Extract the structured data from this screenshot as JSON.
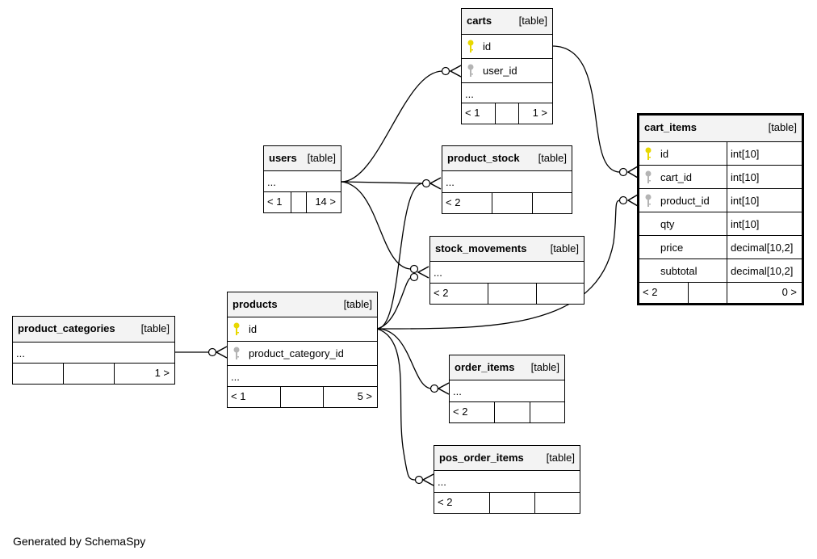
{
  "footer": "Generated by SchemaSpy",
  "tables": {
    "carts": {
      "name": "carts",
      "type": "[table]",
      "columns": [
        "id",
        "user_id"
      ],
      "ellipsis": "...",
      "left": "< 1",
      "right": "1 >"
    },
    "cart_items": {
      "name": "cart_items",
      "type": "[table]",
      "columns": [
        {
          "name": "id",
          "type": "int[10]"
        },
        {
          "name": "cart_id",
          "type": "int[10]"
        },
        {
          "name": "product_id",
          "type": "int[10]"
        },
        {
          "name": "qty",
          "type": "int[10]"
        },
        {
          "name": "price",
          "type": "decimal[10,2]"
        },
        {
          "name": "subtotal",
          "type": "decimal[10,2]"
        }
      ],
      "left": "< 2",
      "right": "0 >"
    },
    "users": {
      "name": "users",
      "type": "[table]",
      "ellipsis": "...",
      "left": "< 1",
      "right": "14 >"
    },
    "product_stock": {
      "name": "product_stock",
      "type": "[table]",
      "ellipsis": "...",
      "left": "< 2",
      "right": ""
    },
    "stock_movements": {
      "name": "stock_movements",
      "type": "[table]",
      "ellipsis": "...",
      "left": "< 2",
      "right": ""
    },
    "products": {
      "name": "products",
      "type": "[table]",
      "columns": [
        "id",
        "product_category_id"
      ],
      "ellipsis": "...",
      "left": "< 1",
      "right": "5 >"
    },
    "product_categories": {
      "name": "product_categories",
      "type": "[table]",
      "ellipsis": "...",
      "left": "",
      "right": "1 >"
    },
    "order_items": {
      "name": "order_items",
      "type": "[table]",
      "ellipsis": "...",
      "left": "< 2",
      "right": ""
    },
    "pos_order_items": {
      "name": "pos_order_items",
      "type": "[table]",
      "ellipsis": "...",
      "left": "< 2",
      "right": ""
    }
  },
  "colors": {
    "primary_key": "#e8d800",
    "foreign_key": "#b4b4b4",
    "header_bg": "#f3f3f3"
  }
}
